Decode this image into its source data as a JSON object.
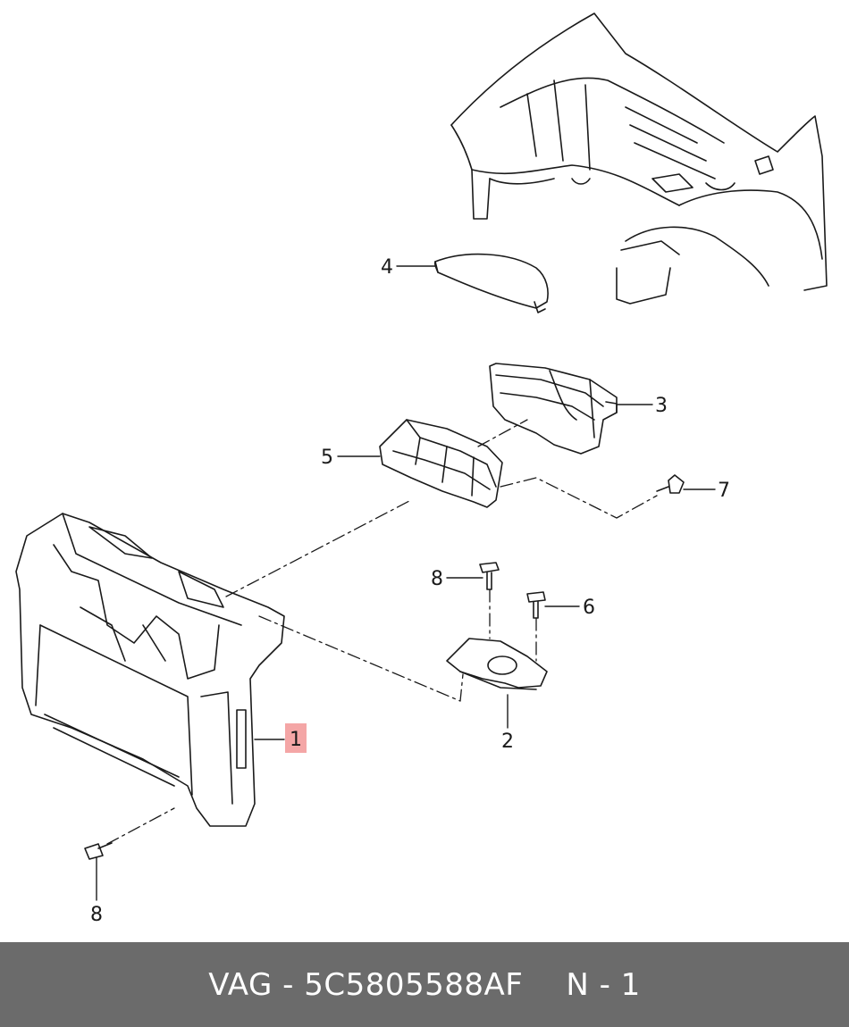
{
  "diagram": {
    "callouts": [
      {
        "id": "c1",
        "label": "1",
        "highlight": true
      },
      {
        "id": "c2",
        "label": "2"
      },
      {
        "id": "c3",
        "label": "3"
      },
      {
        "id": "c4",
        "label": "4"
      },
      {
        "id": "c5",
        "label": "5"
      },
      {
        "id": "c6",
        "label": "6"
      },
      {
        "id": "c7",
        "label": "7"
      },
      {
        "id": "c8a",
        "label": "8"
      },
      {
        "id": "c8b",
        "label": "8"
      }
    ],
    "highlight_color": "#f4a6a6",
    "line_color": "#1a1a1a"
  },
  "footer": {
    "brand": "VAG",
    "part_number": "5C5805588AF",
    "position": "N - 1",
    "background": "#6b6b6b"
  }
}
